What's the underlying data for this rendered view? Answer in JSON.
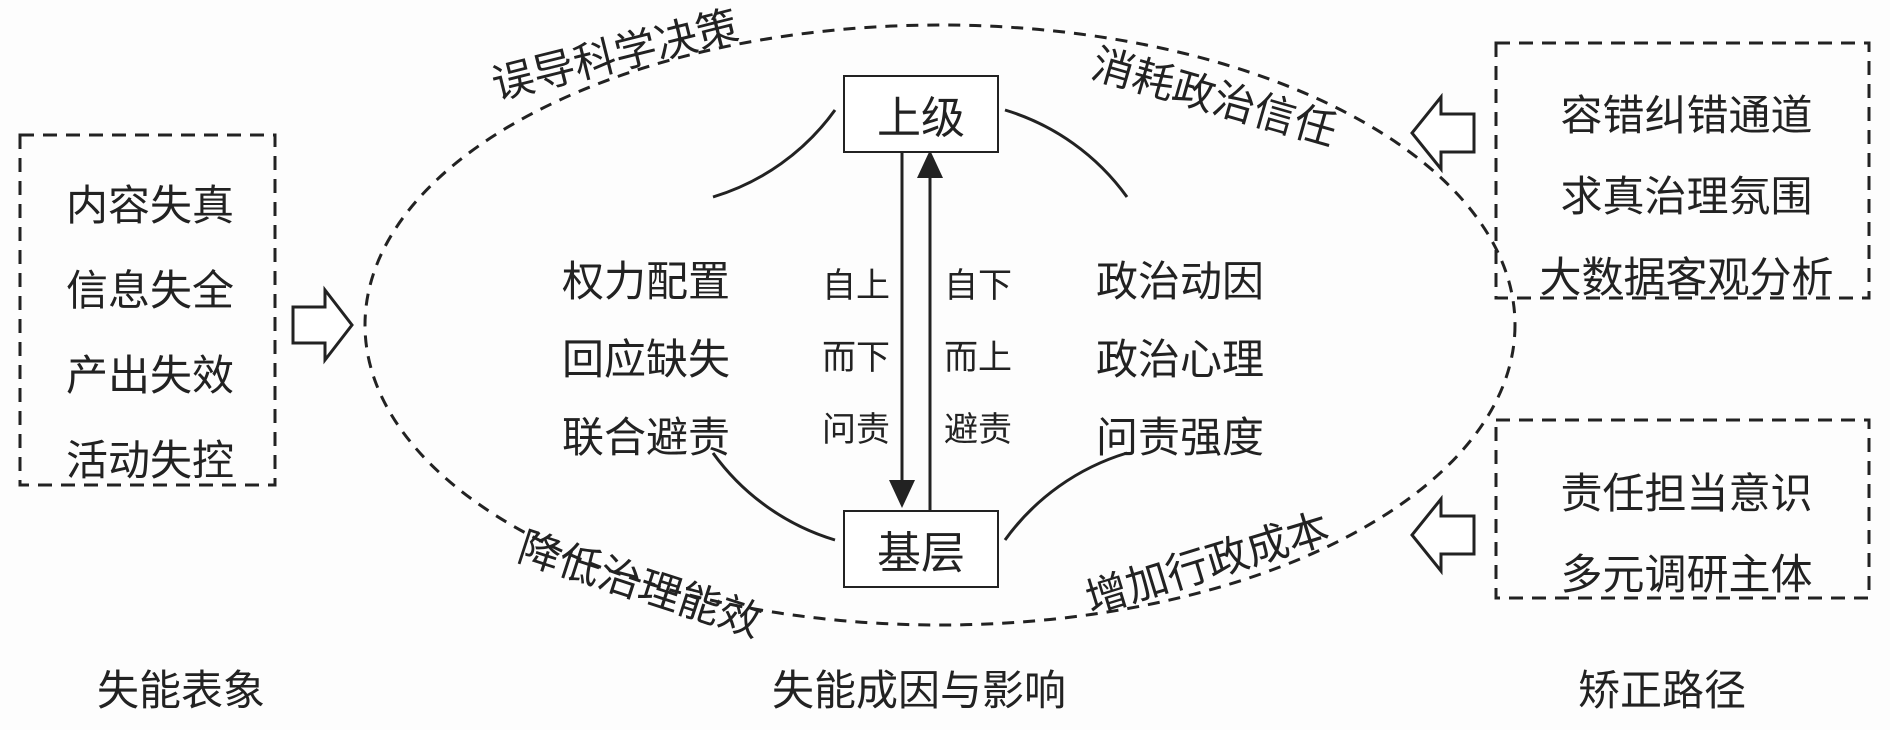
{
  "left_panel": {
    "items": [
      "内容失真",
      "信息失全",
      "产出失效",
      "活动失控"
    ],
    "caption": "失能表象"
  },
  "center": {
    "top_node": "上级",
    "bottom_node": "基层",
    "left_factors": [
      "权力配置",
      "回应缺失",
      "联合避责"
    ],
    "right_factors": [
      "政治动因",
      "政治心理",
      "问责强度"
    ],
    "down_arrow_label": [
      "自上",
      "而下",
      "问责"
    ],
    "up_arrow_label": [
      "自下",
      "而上",
      "避责"
    ],
    "effects": {
      "top_left": "误导科学决策",
      "top_right": "消耗政治信任",
      "bottom_left": "降低治理能效",
      "bottom_right": "增加行政成本"
    },
    "caption": "失能成因与影响"
  },
  "right_panel": {
    "top_items": [
      "容错纠错通道",
      "求真治理氛围",
      "大数据客观分析"
    ],
    "bottom_items": [
      "责任担当意识",
      "多元调研主体"
    ],
    "caption": "矫正路径"
  },
  "colors": {
    "stroke": "#222222",
    "background": "#fdfdfd"
  }
}
